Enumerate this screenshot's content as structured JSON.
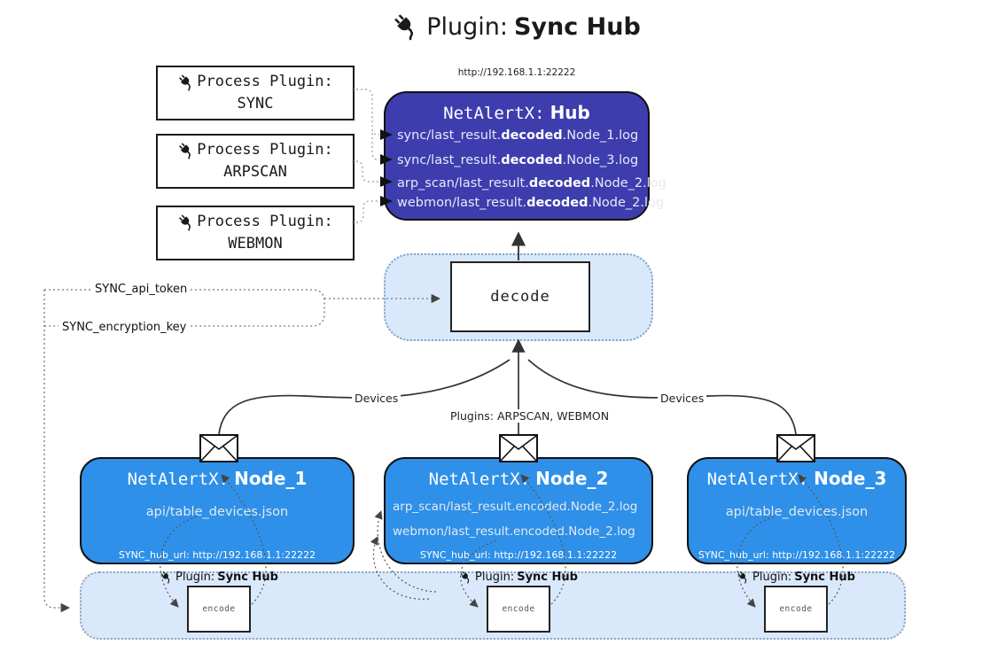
{
  "title": {
    "icon": "plug-icon",
    "label": "Plugin:",
    "name": "Sync Hub"
  },
  "process_plugins": [
    {
      "line1": "Process Plugin:",
      "name": "SYNC"
    },
    {
      "line1": "Process Plugin:",
      "name": "ARPSCAN"
    },
    {
      "line1": "Process Plugin:",
      "name": "WEBMON"
    }
  ],
  "hub": {
    "url": "http://192.168.1.1:22222",
    "title_prefix": "NetAlertX:",
    "title_name": "Hub",
    "lines": [
      {
        "pre": "sync/last_result.",
        "bold": "decoded",
        "post": ".Node_1.log"
      },
      {
        "pre": "sync/last_result.",
        "bold": "decoded",
        "post": ".Node_3.log"
      },
      {
        "pre": "arp_scan/last_result.",
        "bold": "decoded",
        "post": ".Node_2.log"
      },
      {
        "pre": "webmon/last_result.",
        "bold": "decoded",
        "post": ".Node_2.log"
      }
    ]
  },
  "decode": {
    "label": "decode"
  },
  "config": {
    "api_token": "SYNC_api_token",
    "encryption_key": "SYNC_encryption_key"
  },
  "edges": {
    "devices_left": "Devices",
    "devices_right": "Devices",
    "plugins_center": "Plugins: ARPSCAN, WEBMON"
  },
  "nodes": [
    {
      "title_prefix": "NetAlertX:",
      "title_name": "Node_1",
      "lines": [
        "api/table_devices.json"
      ],
      "hub_url": "SYNC_hub_url: http://192.168.1.1:22222"
    },
    {
      "title_prefix": "NetAlertX:",
      "title_name": "Node_2",
      "lines": [
        "arp_scan/last_result.encoded.Node_2.log",
        "webmon/last_result.encoded.Node_2.log"
      ],
      "hub_url": "SYNC_hub_url: http://192.168.1.1:22222"
    },
    {
      "title_prefix": "NetAlertX:",
      "title_name": "Node_3",
      "lines": [
        "api/table_devices.json"
      ],
      "hub_url": "SYNC_hub_url: http://192.168.1.1:22222"
    }
  ],
  "encode_strip": {
    "groups": [
      {
        "label": "Plugin:",
        "name": "Sync Hub",
        "box": "encode"
      },
      {
        "label": "Plugin:",
        "name": "Sync Hub",
        "box": "encode"
      },
      {
        "label": "Plugin:",
        "name": "Sync Hub",
        "box": "encode"
      }
    ]
  },
  "colors": {
    "hub_fill": "#3d3dae",
    "node_fill": "#2e90e8",
    "panel_fill": "#d9e9fb",
    "text_on_dark": "#ffffff",
    "line": "#333333"
  }
}
